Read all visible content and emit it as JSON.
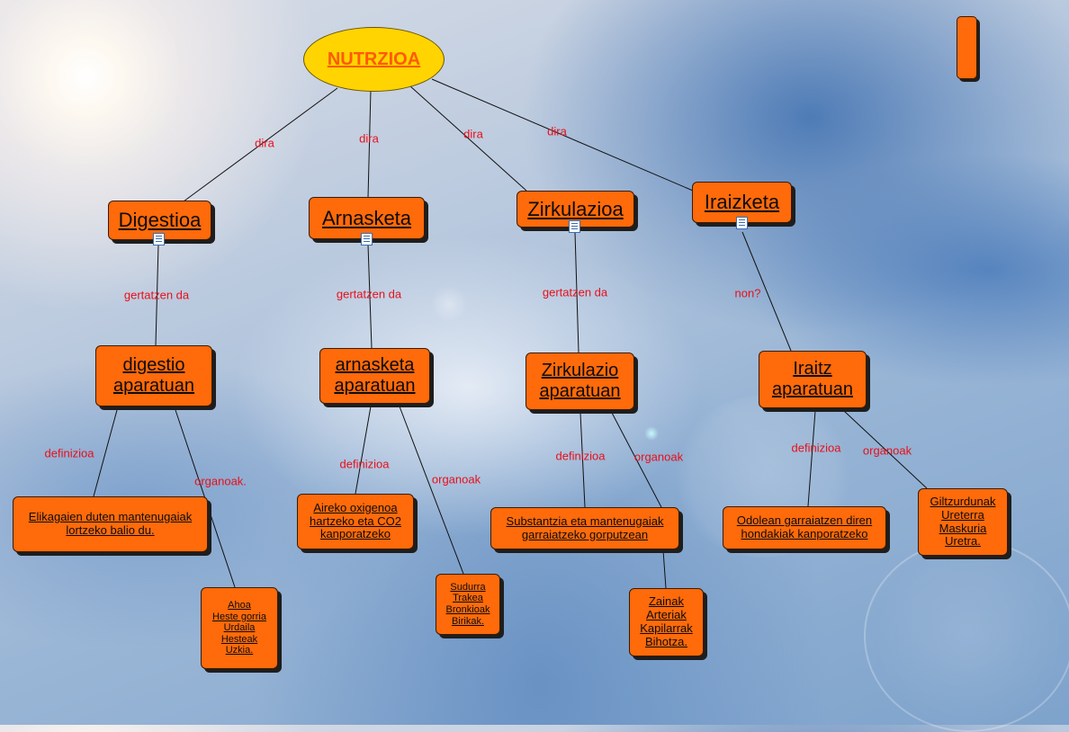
{
  "root": {
    "label": "NUTRZIOA"
  },
  "level1": [
    {
      "label": "Digestioa",
      "link": "dira"
    },
    {
      "label": "Arnasketa",
      "link": "dira"
    },
    {
      "label": "Zirkulazioa",
      "link": "dira"
    },
    {
      "label": "Iraizketa",
      "link": "dira"
    }
  ],
  "level2": [
    {
      "label": "digestio\naparatuan",
      "link": "gertatzen da"
    },
    {
      "label": "arnasketa \naparatuan",
      "link": "gertatzen da"
    },
    {
      "label": "Zirkulazio \naparatuan",
      "link": "gertatzen da"
    },
    {
      "label": "Iraitz\naparatuan",
      "link": "non?"
    }
  ],
  "level3": [
    {
      "label": "Elikagaien duten mantenugaiak\nlortzeko balio du. ",
      "link": "definizioa"
    },
    {
      "label": "Ahoa\nHeste gorria\nUrdaila\nHesteak\nUzkia.",
      "link": "organoak."
    },
    {
      "label": "Aireko oxigenoa\nhartzeko eta CO2\nkanporatzeko",
      "link": "definizioa"
    },
    {
      "label": "Sudurra\nTrakea\nBronkioak\nBirikak.",
      "link": "organoak"
    },
    {
      "label": "Substantzia eta mantenugaiak\ngarraiatzeko gorputzean",
      "link": "definizioa"
    },
    {
      "label": "Zainak\nArteriak\nKapilarrak\nBihotza.",
      "link": "organoak"
    },
    {
      "label": "Odolean garraiatzen diren\nhondakiak kanporatzeko",
      "link": "definizioa"
    },
    {
      "label": "Giltzurdunak\nUreterra\nMaskuria\nUretra.",
      "link": "organoak"
    }
  ],
  "icons": {
    "resource": "document-icon"
  },
  "colors": {
    "node": "#ff6a0a",
    "root": "#ffd400",
    "root_text": "#ff5a00",
    "link_label": "#e8101a"
  }
}
